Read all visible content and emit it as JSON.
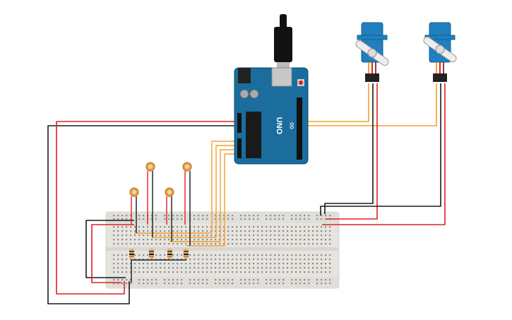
{
  "arduino": {
    "logo_text": "UNO",
    "brand_glyph": "∞"
  },
  "components": {
    "photoresistors": [
      {
        "name": "ldr-1"
      },
      {
        "name": "ldr-2"
      },
      {
        "name": "ldr-3"
      },
      {
        "name": "ldr-4"
      }
    ],
    "resistors": [
      {
        "name": "resistor-1"
      },
      {
        "name": "resistor-2"
      },
      {
        "name": "resistor-3"
      },
      {
        "name": "resistor-4"
      }
    ],
    "servos": [
      {
        "name": "servo-1"
      },
      {
        "name": "servo-2"
      }
    ]
  },
  "colors": {
    "board_blue": "#1a6d9c",
    "board_blue_dark": "#0f4f74",
    "breadboard": "#e6e4df",
    "wire_red": "#e02020",
    "wire_black": "#1a1a1a",
    "wire_orange": "#f0a030",
    "servo_blue": "#1f7fbf",
    "usb_black": "#111111",
    "ldr_orange": "#e8a04a"
  }
}
